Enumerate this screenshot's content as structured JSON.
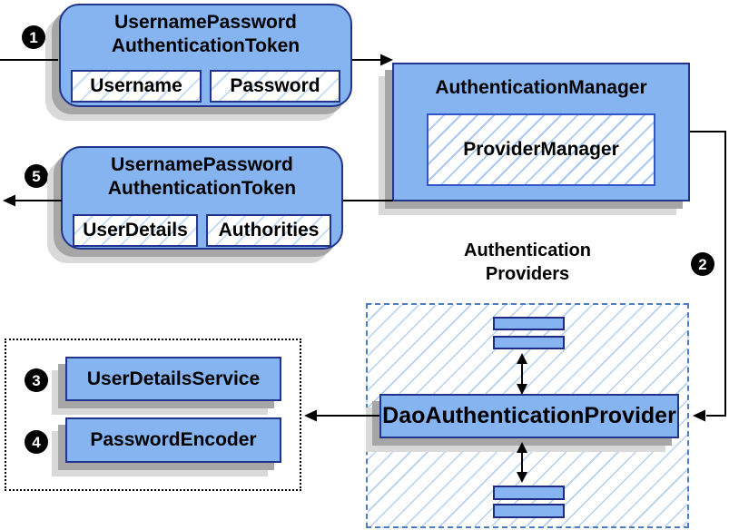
{
  "diagram_title": "Spring Security DaoAuthenticationProvider flow",
  "colors": {
    "node_fill": "#85b4f0",
    "node_border": "#23348c",
    "inner_border": "#3355cc",
    "hatch_line": "#a9c9f2",
    "group_dashed_border": "#4f7cc0",
    "beans_dotted_border": "#000000",
    "shadow": "#a6a6a6",
    "connector": "#000000",
    "badge_bg": "#000000",
    "badge_text": "#ffffff"
  },
  "badges": {
    "step1": "1",
    "step2": "2",
    "step3": "3",
    "step4": "4",
    "step5": "5"
  },
  "nodes": {
    "request_token": {
      "title_line1": "UsernamePassword",
      "title_line2": "AuthenticationToken",
      "field1": "Username",
      "field2": "Password"
    },
    "authentication_manager": {
      "title": "AuthenticationManager",
      "inner": "ProviderManager"
    },
    "response_token": {
      "title_line1": "UsernamePassword",
      "title_line2": "AuthenticationToken",
      "field1": "UserDetails",
      "field2": "Authorities"
    },
    "providers_group": {
      "label_line1": "Authentication",
      "label_line2": "Providers"
    },
    "dao_authentication_provider": {
      "title": "DaoAuthenticationProvider"
    },
    "user_details_service": {
      "title": "UserDetailsService"
    },
    "password_encoder": {
      "title": "PasswordEncoder"
    }
  }
}
